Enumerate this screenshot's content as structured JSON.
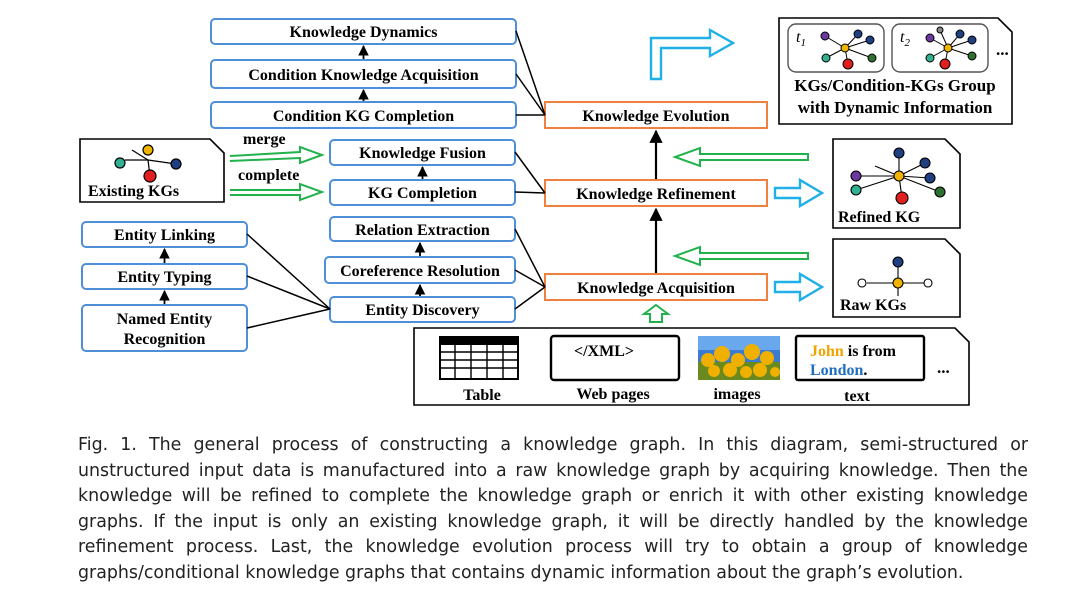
{
  "boxes": {
    "knowledge_dynamics": "Knowledge Dynamics",
    "condition_knowledge_acquisition": "Condition Knowledge Acquisition",
    "condition_kg_completion": "Condition KG Completion",
    "knowledge_evolution": "Knowledge Evolution",
    "knowledge_fusion": "Knowledge Fusion",
    "kg_completion": "KG Completion",
    "knowledge_refinement": "Knowledge Refinement",
    "relation_extraction": "Relation Extraction",
    "coreference_resolution": "Coreference Resolution",
    "entity_discovery": "Entity Discovery",
    "knowledge_acquisition": "Knowledge Acquisition",
    "entity_linking": "Entity Linking",
    "entity_typing": "Entity Typing",
    "named_entity_recognition_line1": "Named Entity",
    "named_entity_recognition_line2": "Recognition"
  },
  "existing_kgs": {
    "label": "Existing KGs",
    "merge_label": "merge",
    "complete_label": "complete"
  },
  "outputs": {
    "group_line1": "KGs/Condition-KGs Group",
    "group_line2": "with Dynamic Information",
    "t1": "t",
    "t1_sub": "1",
    "t2": "t",
    "t2_sub": "2",
    "group_ellipsis": "...",
    "refined_kg": "Refined KG",
    "raw_kgs": "Raw KGs"
  },
  "inputs": {
    "table_label": "Table",
    "web_pages_label": "Web pages",
    "xml_tag": "</XML>",
    "images_label": "images",
    "text_label": "text",
    "text_john": "John",
    "text_is_from": " is from",
    "text_london": "London",
    "text_period": ".",
    "ellipsis": "..."
  },
  "colors": {
    "blue_box": "#4f8fd8",
    "orange_box": "#f08040",
    "green_arrow": "#22b24c",
    "cyan_arrow": "#1fb0e8",
    "john": "#f0a400",
    "london": "#1f6fc0"
  },
  "caption": "Fig. 1.  The general process of constructing a knowledge graph. In this diagram, semi-structured or unstructured input data is manufactured into a raw knowledge graph by acquiring knowledge. Then the knowledge will be refined to complete the knowledge graph or enrich it with other existing knowledge graphs. If the input is only an existing knowledge graph, it will be directly handled by the knowledge refinement process. Last, the knowledge evolution process will try to obtain a group of knowledge graphs/conditional knowledge graphs that contains dynamic information about the graph’s evolution."
}
